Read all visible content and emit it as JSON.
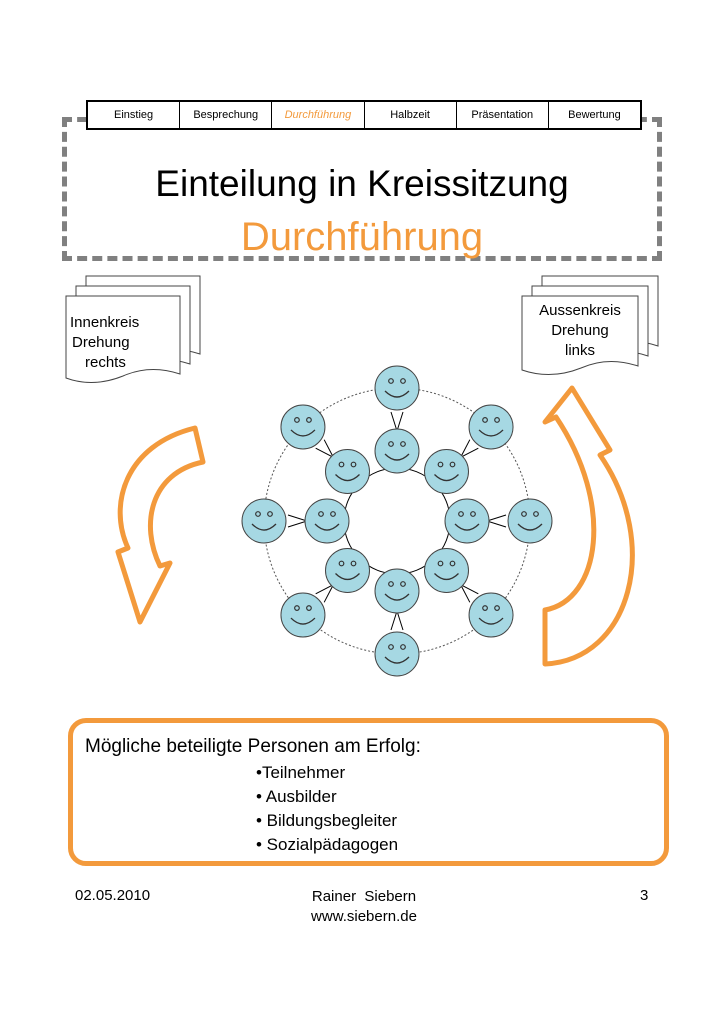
{
  "nav": {
    "tabs": [
      "Einstieg",
      "Besprechung",
      "Durchführung",
      "Halbzeit",
      "Präsentation",
      "Bewertung"
    ],
    "active_index": 2
  },
  "title": "Einteilung in Kreissitzung",
  "subtitle": "Durchführung",
  "notes": {
    "left": [
      "Innenkreis",
      "Drehung",
      "rechts"
    ],
    "right": [
      "Aussenkreis",
      "Drehung",
      "links"
    ]
  },
  "bottom": {
    "heading": "Mögliche beteiligte Personen am Erfolg:",
    "items": [
      "•Teilnehmer",
      "• Ausbilder",
      "• Bildungsbegleiter",
      "• Sozialpädagogen"
    ]
  },
  "footer": {
    "date": "02.05.2010",
    "author": "Rainer  Siebern",
    "website": "www.siebern.de",
    "page": "3"
  },
  "colors": {
    "accent": "#f39a3c",
    "face": "#a6d8e3",
    "frame": "#808080"
  },
  "icons": {
    "face": "smiley-face-icon",
    "arrow": "curved-arrow-icon"
  }
}
